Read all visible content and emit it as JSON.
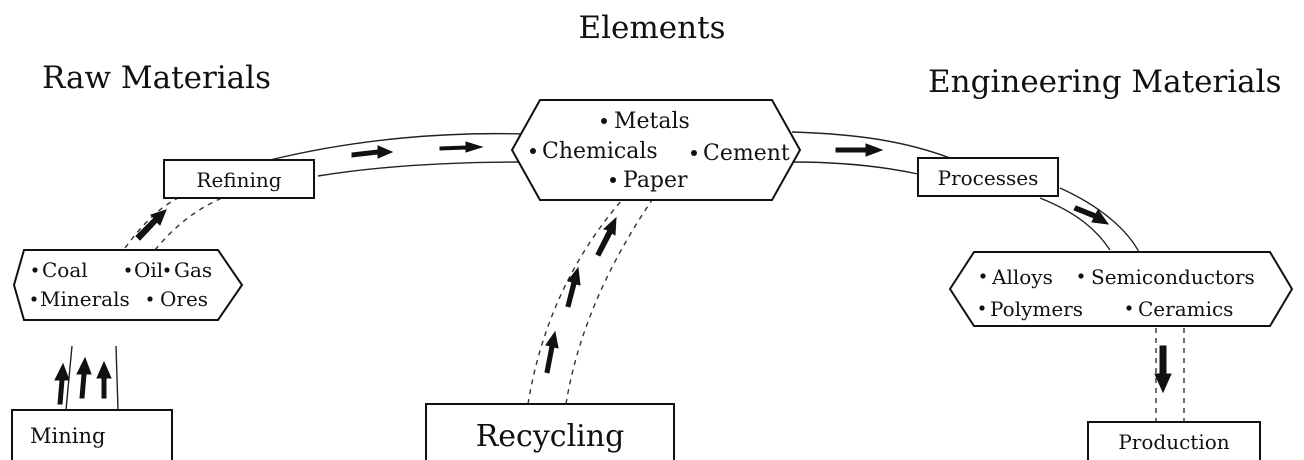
{
  "headings": {
    "elements": "Elements",
    "raw_materials": "Raw Materials",
    "engineering_materials": "Engineering Materials"
  },
  "nodes": {
    "elements_hex": [
      "Metals",
      "Chemicals",
      "Cement",
      "Paper"
    ],
    "raw_hex": [
      "Coal",
      "Oil",
      "Gas",
      "Minerals",
      "Ores"
    ],
    "engineering_hex": [
      "Alloys",
      "Semiconductors",
      "Polymers",
      "Ceramics"
    ]
  },
  "boxes": {
    "refining": "Refining",
    "processes": "Processes",
    "mining": "Mining",
    "recycling": "Recycling",
    "production": "Production"
  }
}
